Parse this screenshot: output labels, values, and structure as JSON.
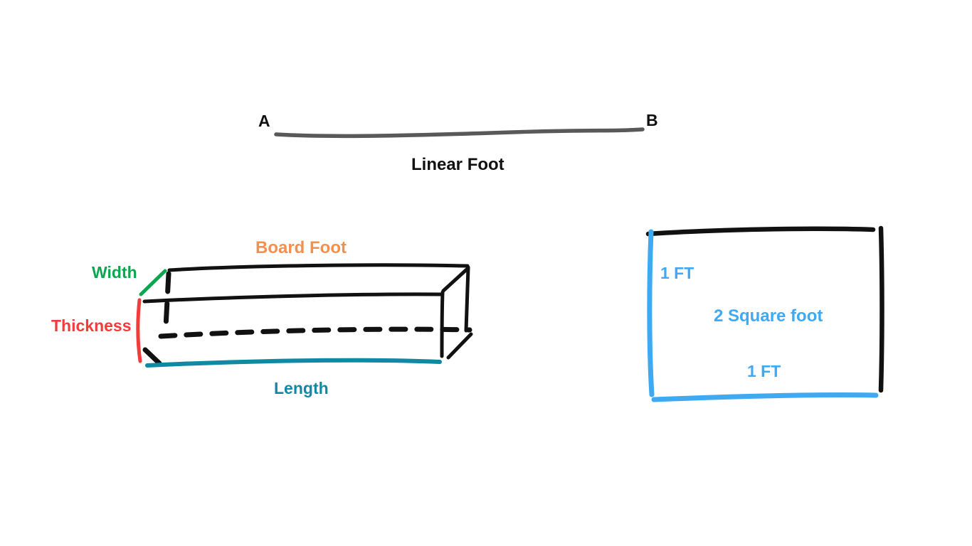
{
  "canvas": {
    "background": "#ffffff"
  },
  "linear_foot": {
    "point_a": "A",
    "point_b": "B",
    "label": "Linear Foot",
    "label_color": "#111111",
    "line_color": "#595959"
  },
  "board_foot": {
    "title": "Board Foot",
    "title_color": "#F2914D",
    "width_label": "Width",
    "width_color": "#0CA64F",
    "thickness_label": "Thickness",
    "thickness_color": "#F23B3B",
    "length_label": "Length",
    "length_color": "#1089A3",
    "outline_color": "#111111"
  },
  "square_foot": {
    "side_label_left": "1 FT",
    "area_label": "2 Square foot",
    "side_label_bottom": "1 FT",
    "blue_color": "#3FA9F2",
    "black_color": "#111111"
  }
}
